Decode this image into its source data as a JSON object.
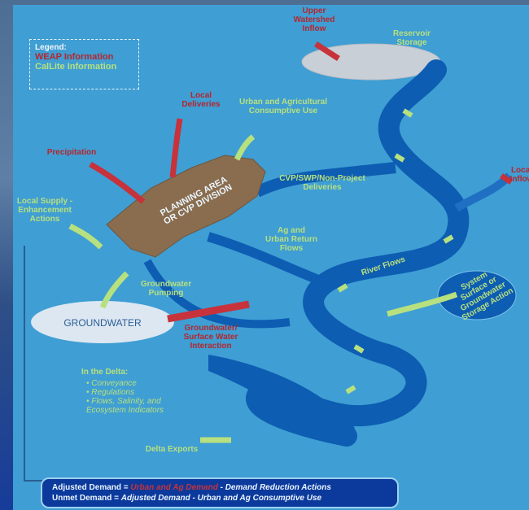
{
  "legend": {
    "title": "Legend:",
    "weap": "WEAP Information",
    "callite": "CalLite Information"
  },
  "labels": {
    "upper_watershed_inflow": [
      "Upper",
      "Watershed",
      "Inflow"
    ],
    "reservoir_storage": [
      "Reservoir",
      "Storage"
    ],
    "local_deliveries": [
      "Local",
      "Deliveries"
    ],
    "urban_ag_use": [
      "Urban and Agricultural",
      "Consumptive Use"
    ],
    "precipitation": "Precipitation",
    "local_supply": [
      "Local Supply -",
      "Enhancement",
      "Actions"
    ],
    "planning_area": [
      "PLANNING AREA",
      "OR CVP DIVISION"
    ],
    "cvp_swp": [
      "CVP/SWP/Non-Project",
      "Deliveries"
    ],
    "local_inflow": [
      "Local",
      "Inflow"
    ],
    "ag_urban_return": [
      "Ag and",
      "Urban Return",
      "Flows"
    ],
    "river_flows": "River Flows",
    "groundwater_pumping": [
      "Groundwater",
      "Pumping"
    ],
    "groundwater": "GROUNDWATER",
    "gw_sw_interaction": [
      "Groundwater/",
      "Surface Water",
      "Interaction"
    ],
    "system_storage": [
      "System",
      "Surface or",
      "Groundwater",
      "Storage Action"
    ],
    "in_delta_title": "In the Delta:",
    "in_delta_items": [
      "Conveyance",
      "Regulations",
      "Flows, Salinity, and",
      "Ecosystem Indicators"
    ],
    "delta_exports": "Delta Exports"
  },
  "equations": {
    "adjusted_label": "Adjusted Demand = ",
    "adjusted_red": "Urban and Ag Demand",
    "adjusted_rest": " - Demand Reduction Actions",
    "unmet_label": "Unmet Demand = ",
    "unmet_rest": "Adjusted Demand - Urban and Ag Consumptive Use"
  },
  "colors": {
    "weap": "#b6262d",
    "callite": "#b7e07f",
    "river": "#0d5db3",
    "land": "#8a6d4e",
    "background": "#3f9ed3"
  }
}
